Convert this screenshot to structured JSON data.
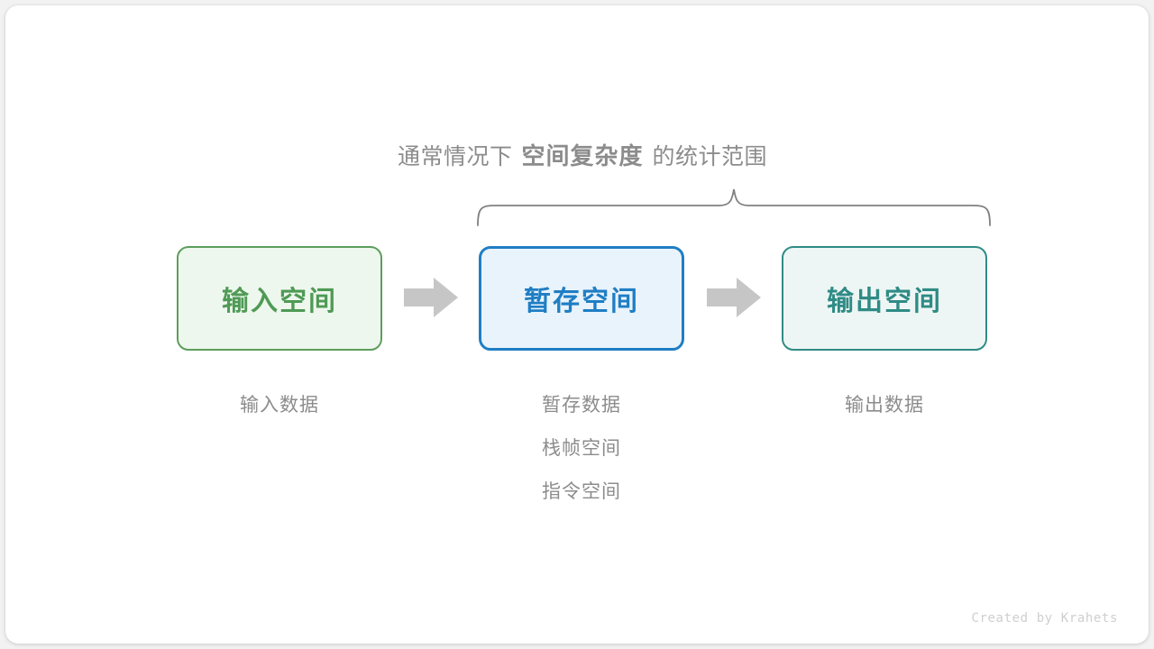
{
  "diagram": {
    "heading": {
      "prefix": "通常情况下",
      "emphasis": "空间复杂度",
      "suffix": "的统计范围"
    },
    "brace": {
      "name": "curly-brace-spanning-temp-and-output"
    },
    "boxes": [
      {
        "label": "输入空间",
        "border_color": "#5d9e5c",
        "fill_color": "#eef7ee",
        "text_color": "#4f9a55"
      },
      {
        "label": "暂存空间",
        "border_color": "#1f7ec4",
        "fill_color": "#e8f3fc",
        "text_color": "#1f7ec4"
      },
      {
        "label": "输出空间",
        "border_color": "#2f8b85",
        "fill_color": "#eef6f5",
        "text_color": "#2f8b85"
      }
    ],
    "arrows": [
      {
        "direction": "right",
        "color": "#c6c6c6"
      },
      {
        "direction": "right",
        "color": "#c6c6c6"
      }
    ],
    "captions": {
      "input": [
        "输入数据"
      ],
      "temp": [
        "暂存数据",
        "栈帧空间",
        "指令空间"
      ],
      "output": [
        "输出数据"
      ]
    },
    "footer": "Created by Krahets",
    "colors": {
      "caption_text": "#8c8c8c",
      "heading_text": "#8c8c8c",
      "brace_stroke": "#808080",
      "footer_text": "#cfcfcf",
      "page_background": "#f2f2f2",
      "card_background": "#ffffff"
    }
  }
}
